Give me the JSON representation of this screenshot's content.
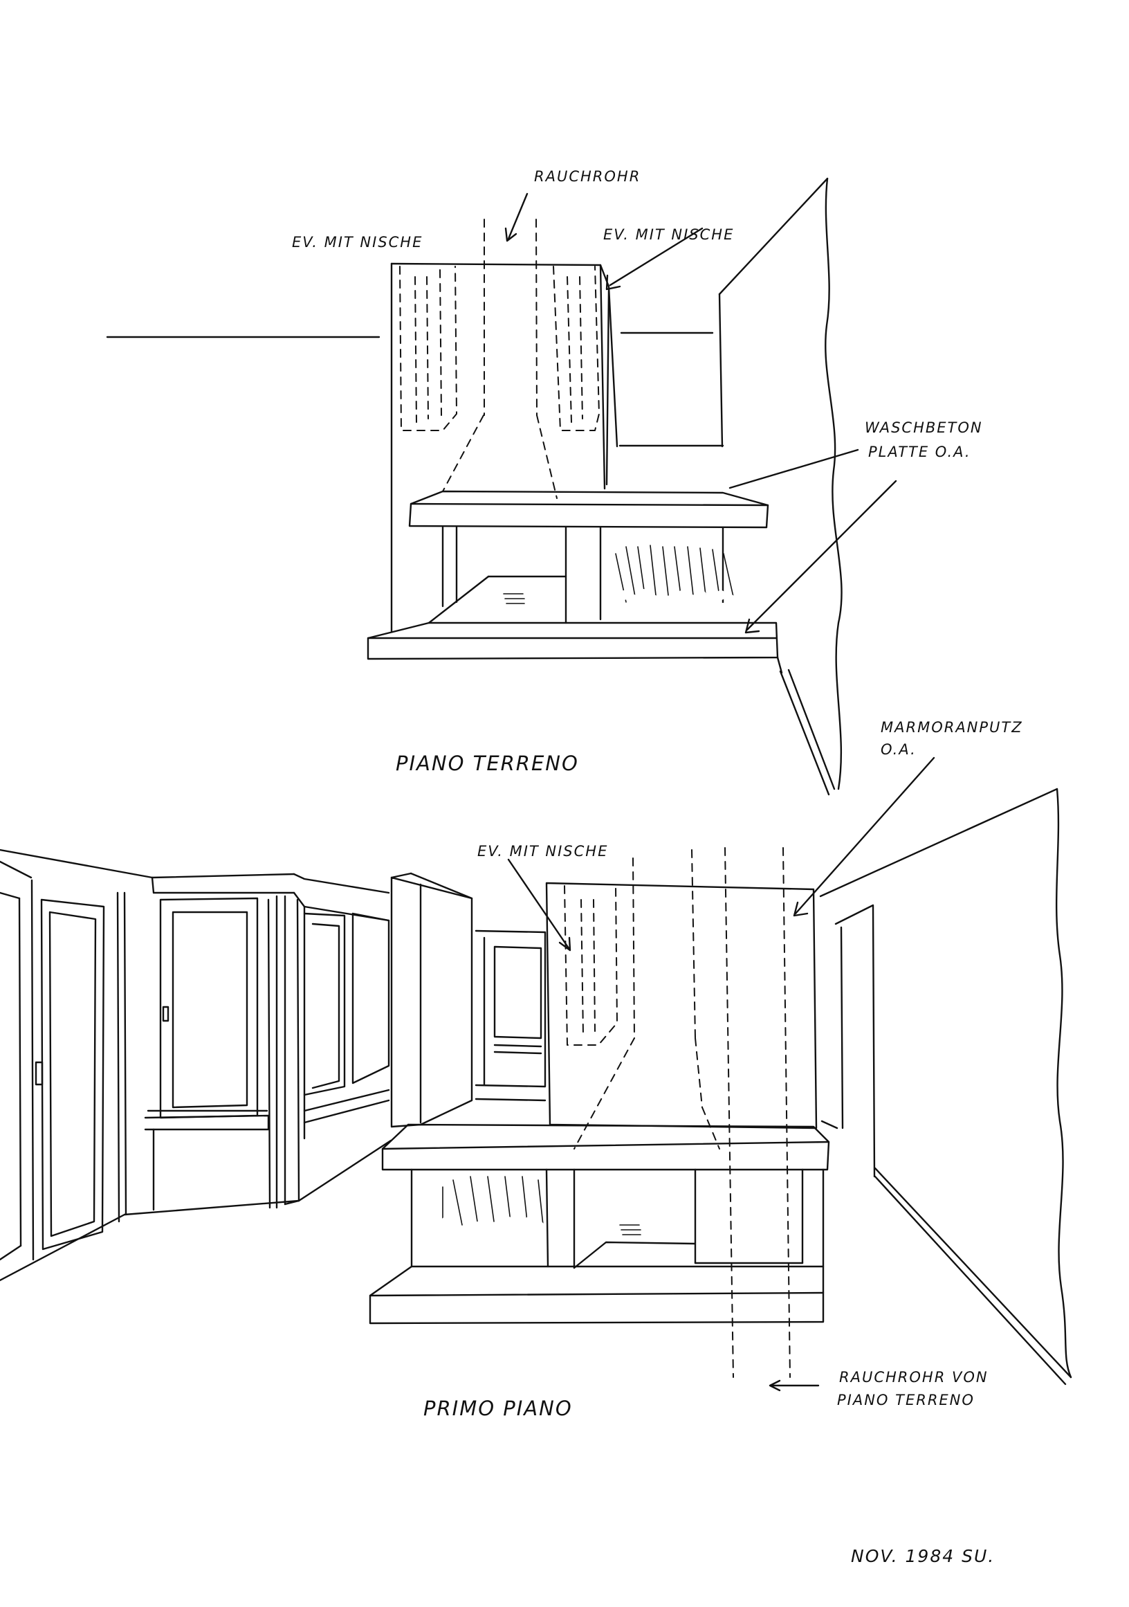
{
  "labels": {
    "rauchrohr": "RAUCHROHR",
    "nische_left_top": "EV. MIT NISCHE",
    "nische_right_top": "EV. MIT NISCHE",
    "waschbeton_line1": "WASCHBETON",
    "waschbeton_line2": "PLATTE O.A.",
    "piano_terreno": "PIANO TERRENO",
    "marmoran_line1": "MARMORANPUTZ",
    "marmoran_line2": "O.A.",
    "nische_bottom": "EV. MIT NISCHE",
    "primo_piano": "PRIMO PIANO",
    "rauchrohr_von_line1": "RAUCHROHR VON",
    "rauchrohr_von_line2": "PIANO TERRENO",
    "signature": "NOV. 1984 SU."
  },
  "style": {
    "ink": "#111111",
    "paper": "#ffffff"
  }
}
